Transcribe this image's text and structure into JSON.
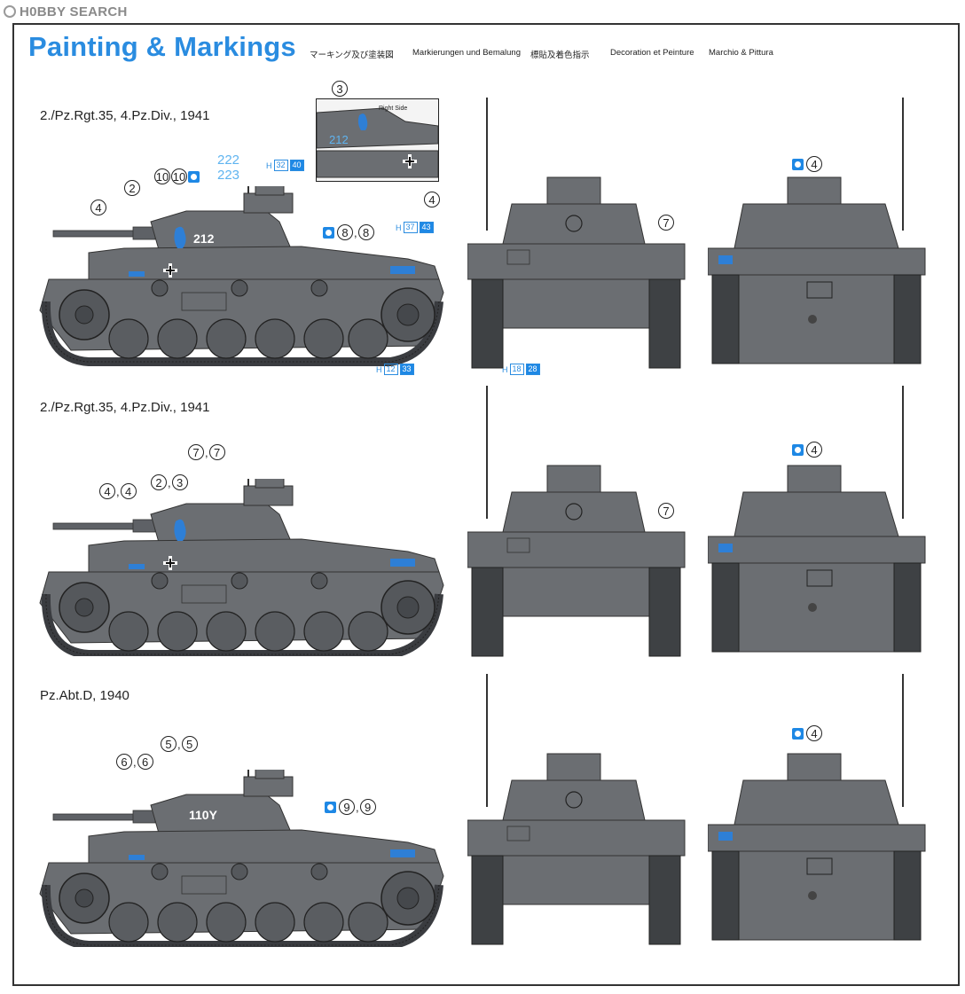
{
  "logo": {
    "text": "H0BBY SEARCH"
  },
  "header": {
    "title": "Painting & Markings",
    "subtitles": [
      "マーキング及び塗装図",
      "Markierungen und Bemalung",
      "標貼及着色指示",
      "Decoration et Peinture",
      "Marchio & Pittura"
    ]
  },
  "vehicles": [
    {
      "label": "2./Pz.Rgt.35, 4.Pz.Div., 1941",
      "turret_number": "212",
      "alt_numbers": [
        "222",
        "223"
      ]
    },
    {
      "label": "2./Pz.Rgt.35, 4.Pz.Div., 1941"
    },
    {
      "label": "Pz.Abt.D, 1940",
      "turret_code": "110Y"
    }
  ],
  "inset": {
    "caption": "Right Side",
    "number": "212"
  },
  "callouts": {
    "n2": "2",
    "n3": "3",
    "n4": "4",
    "n5": "5",
    "n6": "6",
    "n7": "7",
    "n8": "8",
    "n9": "9",
    "n10": "10"
  },
  "color_codes": {
    "c1": {
      "h": "H",
      "a": "32",
      "b": "40"
    },
    "c2": {
      "h": "H",
      "a": "37",
      "b": "43"
    },
    "c3": {
      "h": "H",
      "a": "12",
      "b": "33"
    },
    "c4": {
      "h": "H",
      "a": "18",
      "b": "28"
    }
  },
  "colors": {
    "accent": "#2a8ce0",
    "tank_grey": "#6b6e72",
    "tank_dark": "#4b4e52",
    "decal_blue": "#2e7fd6"
  }
}
